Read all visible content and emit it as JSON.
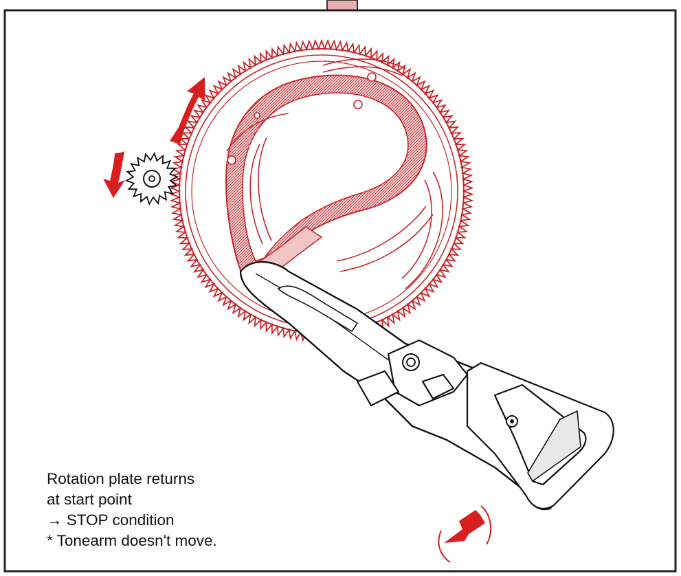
{
  "caption": {
    "line1": "Rotation plate returns",
    "line2": "at start point",
    "line3": "→ STOP condition",
    "line4": "* Tonearm doesn't move."
  },
  "colors": {
    "mechanism": "#c8252a",
    "arrow": "#d81e1e",
    "outline": "#111111",
    "cam_fill": "#f2c6c6",
    "background": "#ffffff"
  }
}
